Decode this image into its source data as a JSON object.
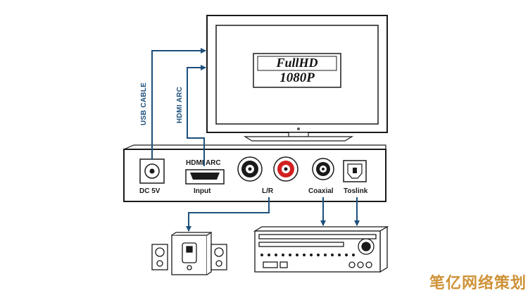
{
  "tv": {
    "logo_line1": "FullHD",
    "logo_line2": "1080P"
  },
  "cables": {
    "usb_label": "USB CABLE",
    "hdmi_label": "HDMI ARC"
  },
  "converter": {
    "dc_label": "DC 5V",
    "hdmi_arc_label": "HDMI ARC",
    "input_label": "Input",
    "lr_label": "L/R",
    "coaxial_label": "Coaxial",
    "toslink_label": "Toslink"
  },
  "watermark": {
    "text": "笔亿网络策划"
  },
  "colors": {
    "cable": "#1d4f7c",
    "outline": "#1a1a1a",
    "red_rca": "#d22020",
    "watermark": "#c8841c"
  }
}
